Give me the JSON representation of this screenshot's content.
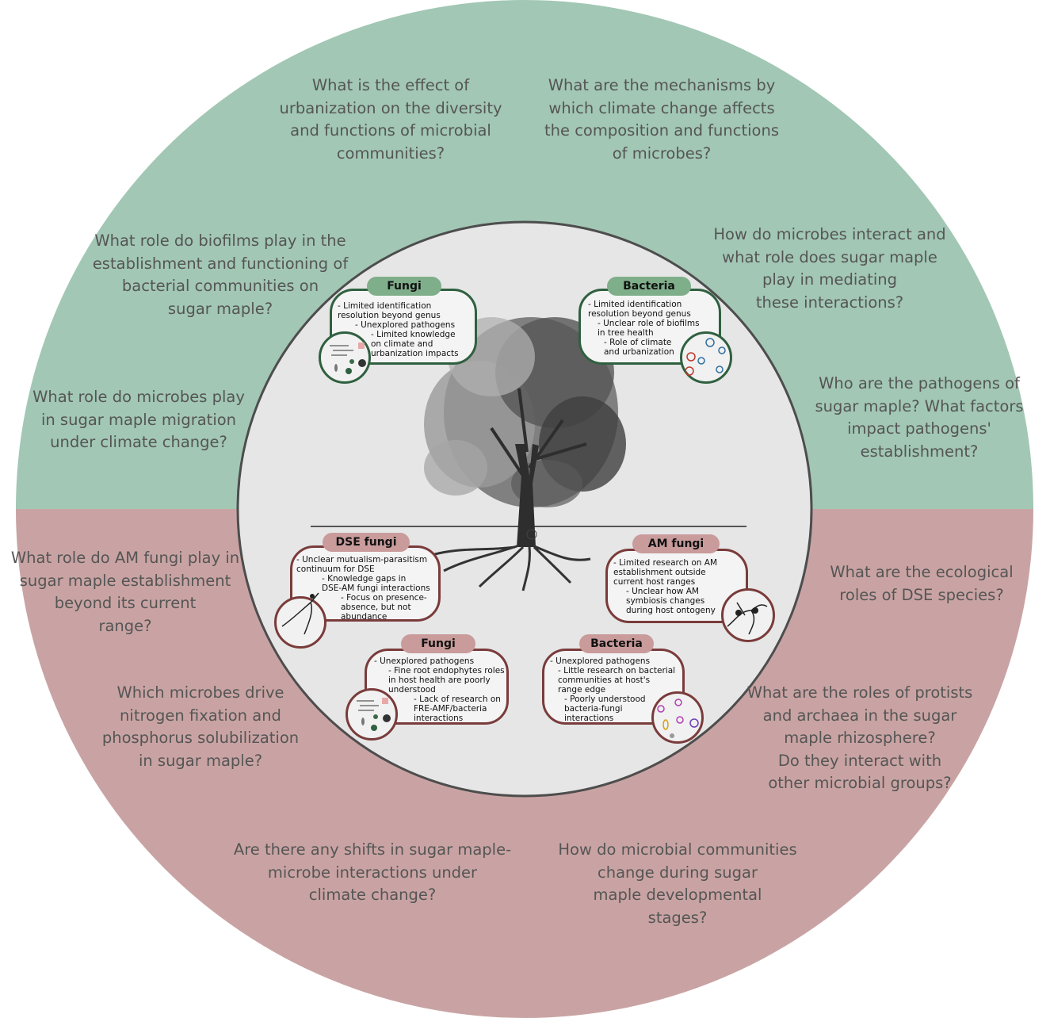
{
  "colors": {
    "top_half": "#a2c7b5",
    "bottom_half": "#c9a3a3",
    "inner_circle": "#e6e6e6",
    "green_border": "#2f6040",
    "red_border": "#7a3b3b",
    "green_tag": "#7fae8a",
    "red_tag": "#c99b9b",
    "question_text": "#555555"
  },
  "questions": {
    "urbanization": "What is the effect of\nurbanization on the diversity\nand functions of microbial\ncommunities?",
    "climate_mechanisms": "What are the mechanisms by\nwhich climate change affects\nthe composition and functions\nof microbes?",
    "biofilms": "What role do biofilms play in the\nestablishment and functioning of\nbacterial communities on\nsugar maple?",
    "interactions": "How do microbes interact and\nwhat role does sugar maple\nplay in mediating\nthese interactions?",
    "migration": "What role do microbes play\nin sugar maple migration\nunder climate change?",
    "pathogens": "Who are the pathogens of\nsugar maple? What factors\nimpact pathogens'\nestablishment?",
    "am_fungi_role": "What role do AM fungi play in\nsugar maple establishment\nbeyond its current\nrange?",
    "dse_roles": "What are the ecological\nroles of DSE species?",
    "nitrogen": "Which microbes drive\nnitrogen fixation and\nphosphorus solubilization\nin sugar maple?",
    "protists": "What are the roles of protists\nand archaea in the sugar\nmaple rhizosphere?\nDo they interact with\nother microbial groups?",
    "shifts": "Are there any shifts in sugar maple-\nmicrobe interactions under\nclimate change?",
    "developmental": "How do microbial communities\nchange during sugar\nmaple developmental\nstages?"
  },
  "panels": {
    "fungi_above": {
      "title": "Fungi",
      "notes": [
        "- Limited identification\nresolution beyond genus",
        "- Unexplored pathogens",
        "- Limited knowledge\non climate and\nurbanization impacts"
      ]
    },
    "bacteria_above": {
      "title": "Bacteria",
      "notes": [
        "- Limited identification\nresolution beyond genus",
        "- Unclear role of biofilms\nin tree health",
        "- Role of climate\nand urbanization"
      ]
    },
    "dse_fungi": {
      "title": "DSE fungi",
      "notes": [
        "- Unclear mutualism-parasitism\ncontinuum for DSE",
        "- Knowledge gaps in\nDSE-AM fungi interactions",
        "- Focus on presence-\nabsence, but not\nabundance"
      ]
    },
    "am_fungi": {
      "title": "AM fungi",
      "notes": [
        "- Limited research on AM\nestablishment outside\ncurrent host ranges",
        "- Unclear how AM\nsymbiosis changes\nduring host ontogeny"
      ]
    },
    "fungi_below": {
      "title": "Fungi",
      "notes": [
        "- Unexplored pathogens",
        "- Fine root endophytes roles\nin host health are poorly\nunderstood",
        "- Lack of research on\nFRE-AMF/bacteria\ninteractions"
      ]
    },
    "bacteria_below": {
      "title": "Bacteria",
      "notes": [
        "- Unexplored pathogens",
        "- Little research on bacterial\ncommunities at host's\nrange edge",
        "- Poorly understood\nbacteria-fungi\ninteractions"
      ]
    }
  },
  "illustration": {
    "subject": "sugar maple tree with roots",
    "icons": [
      "fungal-spores-icon",
      "bacteria-cells-icon",
      "hyphae-icon"
    ]
  }
}
